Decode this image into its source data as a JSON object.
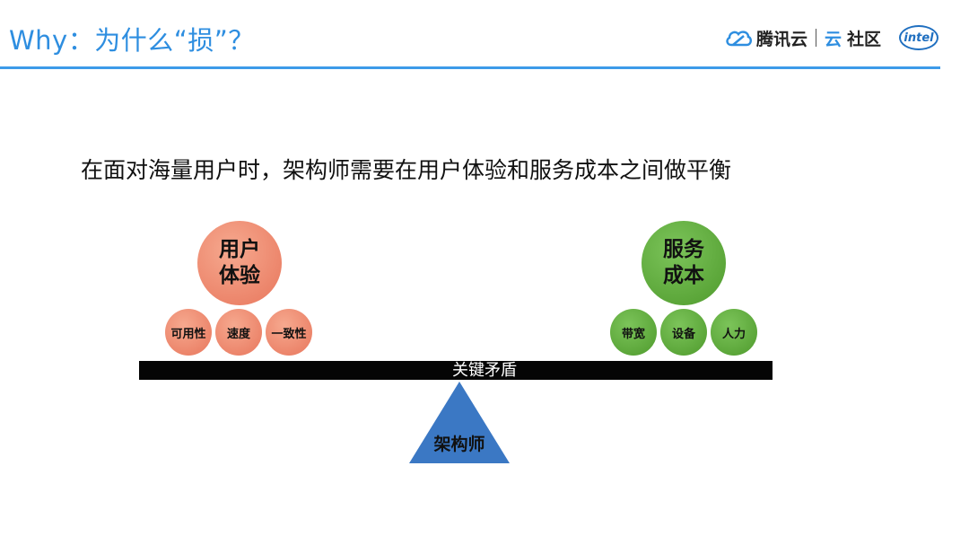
{
  "header": {
    "title": "Why：为什么“损”？",
    "brand": "腾讯云",
    "brand_cloud_glyph": "云",
    "brand_community": "社区",
    "intel": "intel",
    "accent_color": "#2e8ee0"
  },
  "main": {
    "statement": "在面对海量用户时，架构师需要在用户体验和服务成本之间做平衡"
  },
  "balance": {
    "left": {
      "title_line1": "用户",
      "title_line2": "体验",
      "items": [
        "可用性",
        "速度",
        "一致性"
      ],
      "color": "#e8765c"
    },
    "right": {
      "title_line1": "服务",
      "title_line2": "成本",
      "items": [
        "带宽",
        "设备",
        "人力"
      ],
      "color": "#4e9a2c"
    },
    "beam_label": "关键矛盾",
    "fulcrum_label": "架构师",
    "fulcrum_color": "#3b78c4"
  }
}
